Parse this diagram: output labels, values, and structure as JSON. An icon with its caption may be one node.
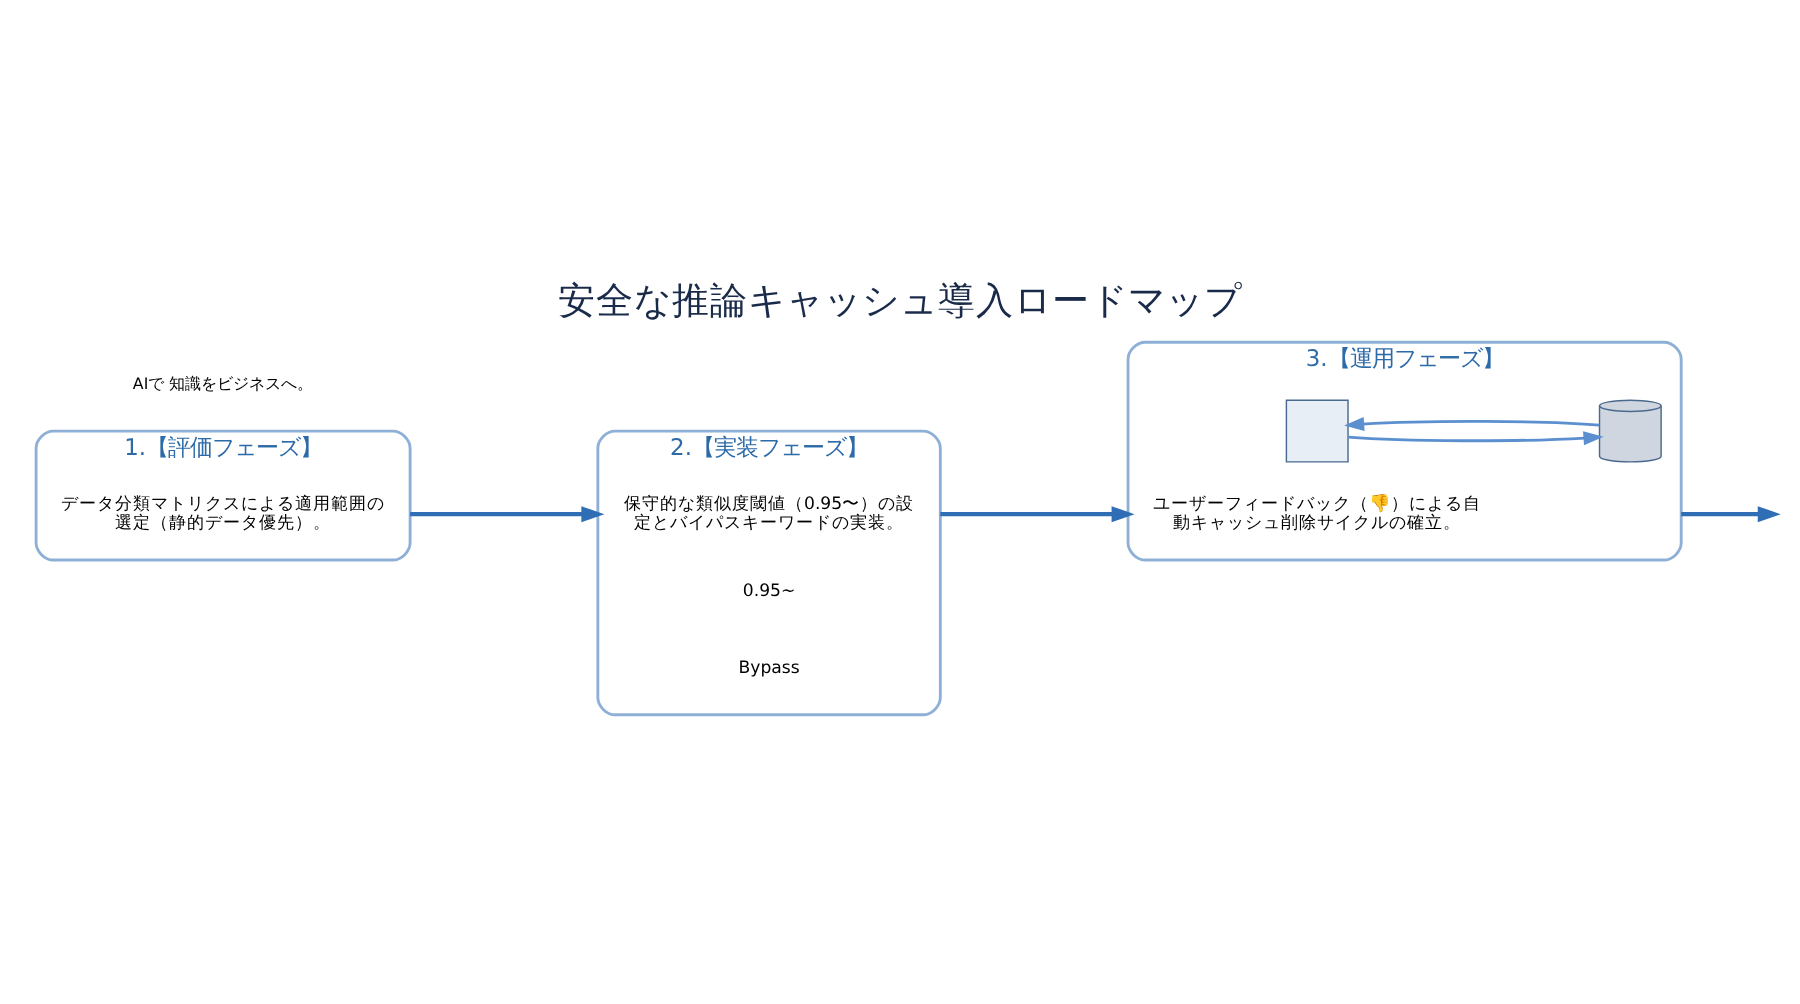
{
  "diagram": {
    "title": "安全な推論キャッシュ導入ロードマップ",
    "nodes": [
      {
        "text": [
          "1.【評価フェーズ】",
          "データ分類マトリクスによる適用範囲の選定（静的データ優先）。"
        ]
      },
      {
        "text": [
          "2.【実装フェーズ】",
          "保守的な類似度閾値（0.95〜）の設定とバイパスキーワードの実装。"
        ]
      },
      {
        "text": [
          "3.【運用フェーズ】",
          "ユーザーフィードバック（👎）による自動キャッシュ削除サイクルの確立。"
        ]
      },
      {
        "text": [],
        "shape": "box",
        "in": 2
      },
      {
        "text": [],
        "shape": "cylinder",
        "in": 2
      }
    ],
    "edges": [
      {
        "from": 0,
        "to": 1,
        "arrow": "to"
      },
      {
        "from": 1,
        "to": 2,
        "arrow": "to"
      },
      {
        "from": 2,
        "to": null,
        "arrow": "to"
      },
      {
        "from": 3,
        "to": 4,
        "arrow": "to"
      },
      {
        "from": 4,
        "to": 3,
        "arrow": "to"
      }
    ],
    "labels": [
      "0.95~",
      "Bypass",
      "AIで 知識をビジネスへ。"
    ]
  }
}
